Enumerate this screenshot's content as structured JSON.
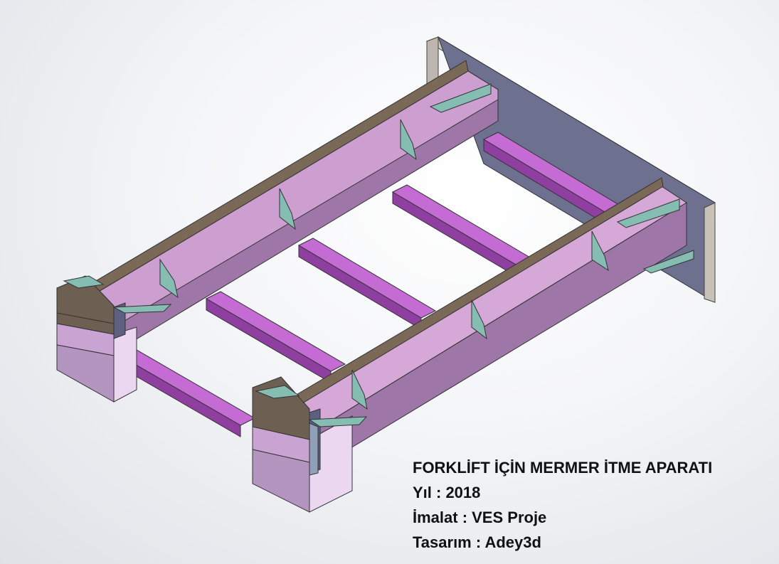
{
  "caption": {
    "title": "FORKLİFT İÇİN MERMER İTME APARATI",
    "year": "Yıl : 2018",
    "manufacturer": "İmalat : VES Proje",
    "designer": "Tasarım : Adey3d"
  },
  "colors": {
    "background": "#f4f5f8",
    "beam_face": "#cd9fd0",
    "beam_top": "#7b6a58",
    "beam_side": "#a77fad",
    "crossbar": "#b357c4",
    "gusset": "#7db7ad",
    "back_plate": "#6d6f8a",
    "back_plate_edge": "#cfc9c0"
  }
}
